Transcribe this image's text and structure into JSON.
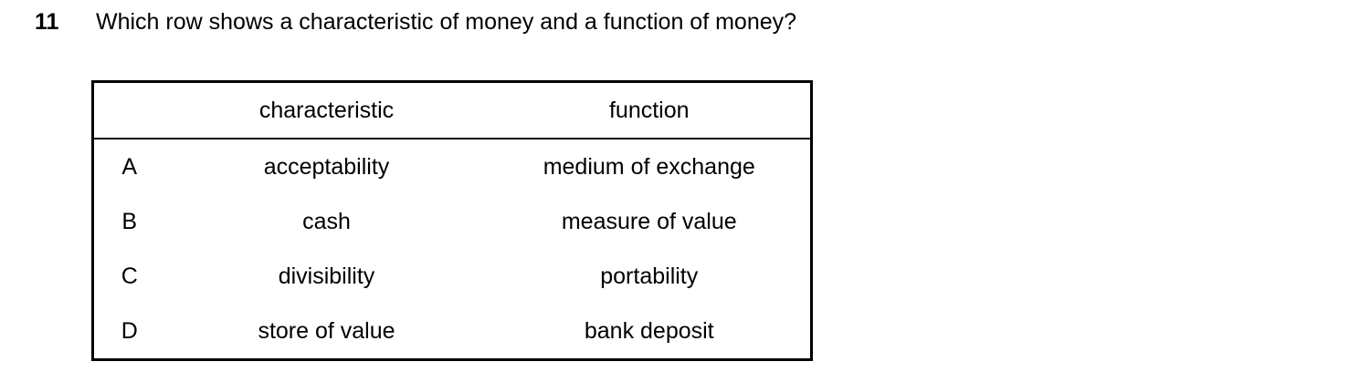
{
  "question": {
    "number": "11",
    "text": "Which row shows a characteristic of money and a function of money?"
  },
  "table": {
    "headers": {
      "letter": "",
      "characteristic": "characteristic",
      "function": "function"
    },
    "rows": [
      {
        "letter": "A",
        "characteristic": "acceptability",
        "function": "medium of exchange"
      },
      {
        "letter": "B",
        "characteristic": "cash",
        "function": "measure of value"
      },
      {
        "letter": "C",
        "characteristic": "divisibility",
        "function": "portability"
      },
      {
        "letter": "D",
        "characteristic": "store of value",
        "function": "bank deposit"
      }
    ]
  },
  "colors": {
    "text": "#000000",
    "background": "#ffffff",
    "border": "#000000"
  }
}
